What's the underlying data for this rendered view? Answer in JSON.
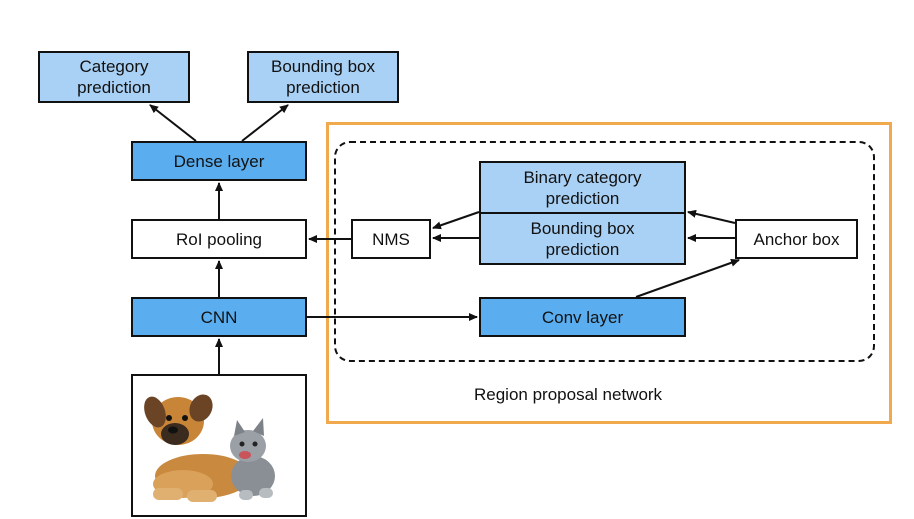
{
  "boxes": {
    "category_prediction": "Category\nprediction",
    "bbox_prediction_top": "Bounding box\nprediction",
    "dense_layer": "Dense layer",
    "roi_pooling": "RoI pooling",
    "cnn": "CNN",
    "nms": "NMS",
    "binary_category_prediction": "Binary category\nprediction",
    "bbox_prediction_rpn": "Bounding box\nprediction",
    "anchor_box": "Anchor box",
    "conv_layer": "Conv layer"
  },
  "rpn_caption": "Region proposal network",
  "colors": {
    "light_blue": "#a9d1f5",
    "mid_blue": "#5aaef0",
    "rpn_frame": "#f0a94c"
  },
  "image_content": "puppy-and-kitten-photo"
}
